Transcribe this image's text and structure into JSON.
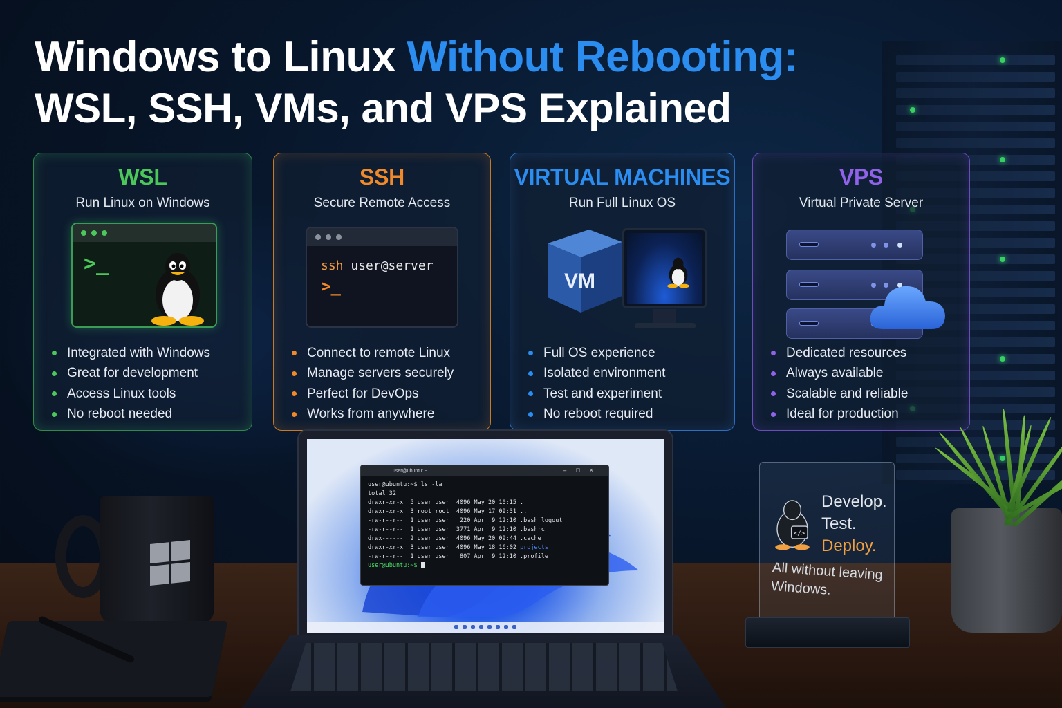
{
  "title": {
    "line1_plain": "Windows to Linux ",
    "line1_accent": "Without Rebooting:",
    "line2": "WSL, SSH, VMs, and VPS Explained"
  },
  "colors": {
    "wsl": "#4cc75a",
    "ssh": "#f0892a",
    "vm": "#2b8df0",
    "vps": "#8f62e8",
    "title_accent": "#2b8df0"
  },
  "cards": {
    "wsl": {
      "title": "WSL",
      "subtitle": "Run Linux on Windows",
      "icon": "terminal-with-tux-icon",
      "terminal_prompt": ">_",
      "bullets": [
        "Integrated with Windows",
        "Great for development",
        "Access Linux tools",
        "No reboot needed"
      ]
    },
    "ssh": {
      "title": "SSH",
      "subtitle": "Secure Remote Access",
      "icon": "terminal-icon",
      "terminal_command_keyword": "ssh",
      "terminal_command_rest": " user@server",
      "terminal_prompt": ">_",
      "bullets": [
        "Connect to remote Linux",
        "Manage servers securely",
        "Perfect for DevOps",
        "Works from anywhere"
      ]
    },
    "vm": {
      "title": "VIRTUAL MACHINES",
      "subtitle": "Run Full Linux OS",
      "icon": "vm-cube-icon",
      "cube_label": "VM",
      "bullets": [
        "Full OS experience",
        "Isolated environment",
        "Test and experiment",
        "No reboot required"
      ]
    },
    "vps": {
      "title": "VPS",
      "subtitle": "Virtual Private Server",
      "icon": "server-cloud-icon",
      "bullets": [
        "Dedicated resources",
        "Always available",
        "Scalable and reliable",
        "Ideal for production"
      ]
    }
  },
  "laptop_terminal": {
    "window_title": "user@ubuntu: ~",
    "lines": [
      {
        "text": "user@ubuntu:~$ ls -la",
        "style": "plain"
      },
      {
        "text": "total 32",
        "style": "plain"
      },
      {
        "text": "drwxr-xr-x  5 user user  4096 May 20 10:15 .",
        "style": "plain"
      },
      {
        "text": "drwxr-xr-x  3 root root  4096 May 17 09:31 ..",
        "style": "plain"
      },
      {
        "text": "-rw-r--r--  1 user user   220 Apr  9 12:10 .bash_logout",
        "style": "plain"
      },
      {
        "text": "-rw-r--r--  1 user user  3771 Apr  9 12:10 .bashrc",
        "style": "plain"
      },
      {
        "text": "drwx------  2 user user  4096 May 20 09:44 .cache",
        "style": "plain"
      },
      {
        "text": "drwxr-xr-x  3 user user  4096 May 18 16:02 ",
        "style": "plain",
        "tail": "projects"
      },
      {
        "text": "-rw-r--r--  1 user user   807 Apr  9 12:10 .profile",
        "style": "plain"
      }
    ],
    "prompt": "user@ubuntu:~$ "
  },
  "stand": {
    "line1": "Develop.",
    "line2": "Test.",
    "line3": "Deploy.",
    "footer1": "All without leaving",
    "footer2": "Windows."
  },
  "mug": {
    "icon": "windows-logo-icon"
  }
}
